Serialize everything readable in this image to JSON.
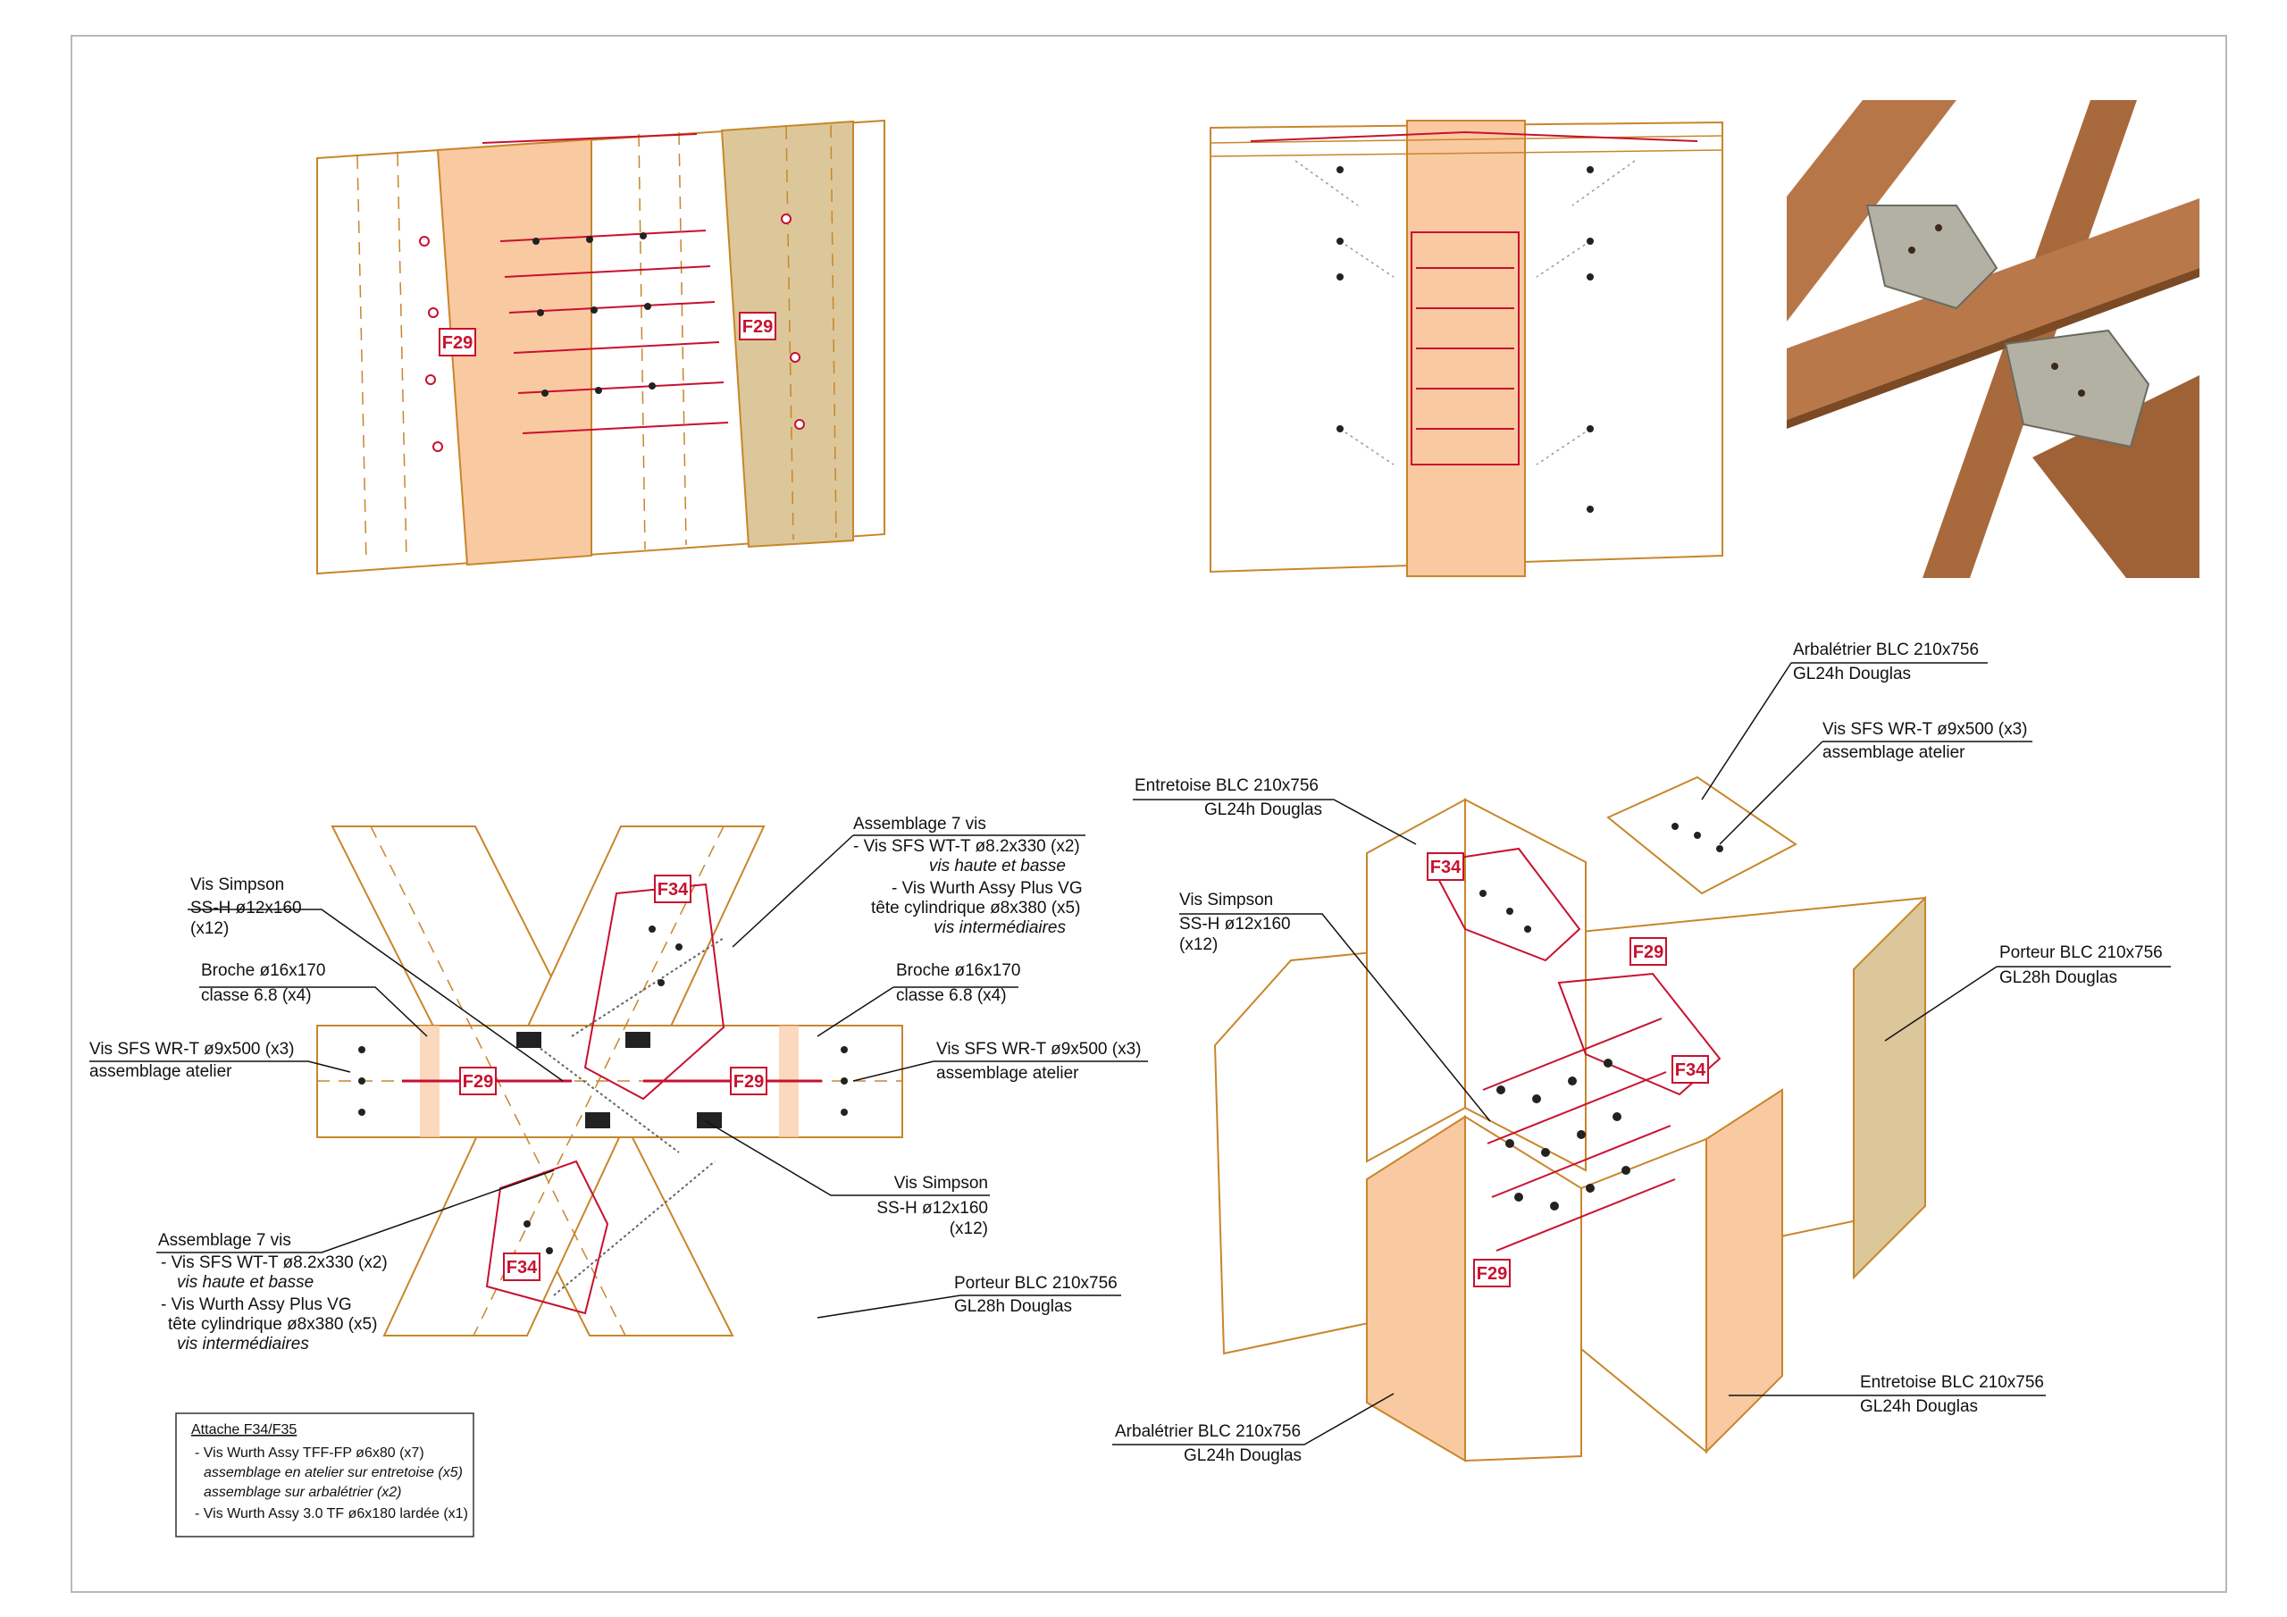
{
  "tags": {
    "f29": "F29",
    "f34": "F34"
  },
  "labels": {
    "asm7_top_title": "Assemblage 7 vis",
    "asm7_top_l1": "- Vis SFS WT-T ø8.2x330 (x2)",
    "asm7_top_l2": "vis haute et basse",
    "asm7_top_l3": "- Vis Wurth Assy Plus VG",
    "asm7_top_l4": "tête cylindrique ø8x380 (x5)",
    "asm7_top_l5": "vis intermédiaires",
    "simpson_tl_1": "Vis Simpson",
    "simpson_tl_2": "SS-H ø12x160",
    "simpson_tl_3": "(x12)",
    "broche_l_1": "Broche ø16x170",
    "broche_l_2": "classe 6.8 (x4)",
    "broche_r_1": "Broche ø16x170",
    "broche_r_2": "classe 6.8 (x4)",
    "wr_l_1": "Vis SFS WR-T ø9x500 (x3)",
    "wr_l_2": "assemblage atelier",
    "wr_r_1": "Vis SFS WR-T ø9x500 (x3)",
    "wr_r_2": "assemblage atelier",
    "simpson_br_1": "Vis Simpson",
    "simpson_br_2": "SS-H ø12x160",
    "simpson_br_3": "(x12)",
    "asm7_bot_title": "Assemblage 7 vis",
    "asm7_bot_l1": "- Vis SFS WT-T ø8.2x330 (x2)",
    "asm7_bot_l2": "vis haute et basse",
    "asm7_bot_l3": "- Vis Wurth Assy Plus VG",
    "asm7_bot_l4": "tête cylindrique ø8x380 (x5)",
    "asm7_bot_l5": "vis intermédiaires",
    "porteur_bl_1": "Porteur BLC 210x756",
    "porteur_bl_2": "GL28h Douglas",
    "arb_top_1": "Arbalétrier BLC 210x756",
    "arb_top_2": "GL24h Douglas",
    "wr_iso_1": "Vis SFS WR-T ø9x500 (x3)",
    "wr_iso_2": "assemblage atelier",
    "entr_top_1": "Entretoise BLC 210x756",
    "entr_top_2": "GL24h Douglas",
    "simpson_iso_1": "Vis Simpson",
    "simpson_iso_2": "SS-H ø12x160",
    "simpson_iso_3": "(x12)",
    "porteur_iso_1": "Porteur BLC 210x756",
    "porteur_iso_2": "GL28h Douglas",
    "entr_bot_1": "Entretoise BLC 210x756",
    "entr_bot_2": "GL24h Douglas",
    "arb_bot_1": "Arbalétrier BLC 210x756",
    "arb_bot_2": "GL24h Douglas"
  },
  "legend": {
    "title": "Attache F34/F35",
    "l1": "- Vis Wurth Assy TFF-FP ø6x80 (x7)",
    "l2": "assemblage en atelier sur entretoise (x5)",
    "l3": "assemblage sur arbalétrier (x2)",
    "l4": "- Vis Wurth Assy 3.0 TF ø6x180 lardée (x1)"
  },
  "colors": {
    "wood_line": "#c8862a",
    "highlight_orange": "#f9c9a2",
    "highlight_tan": "#dcc79a",
    "plate_red": "#c8102e",
    "leader": "#111111"
  }
}
